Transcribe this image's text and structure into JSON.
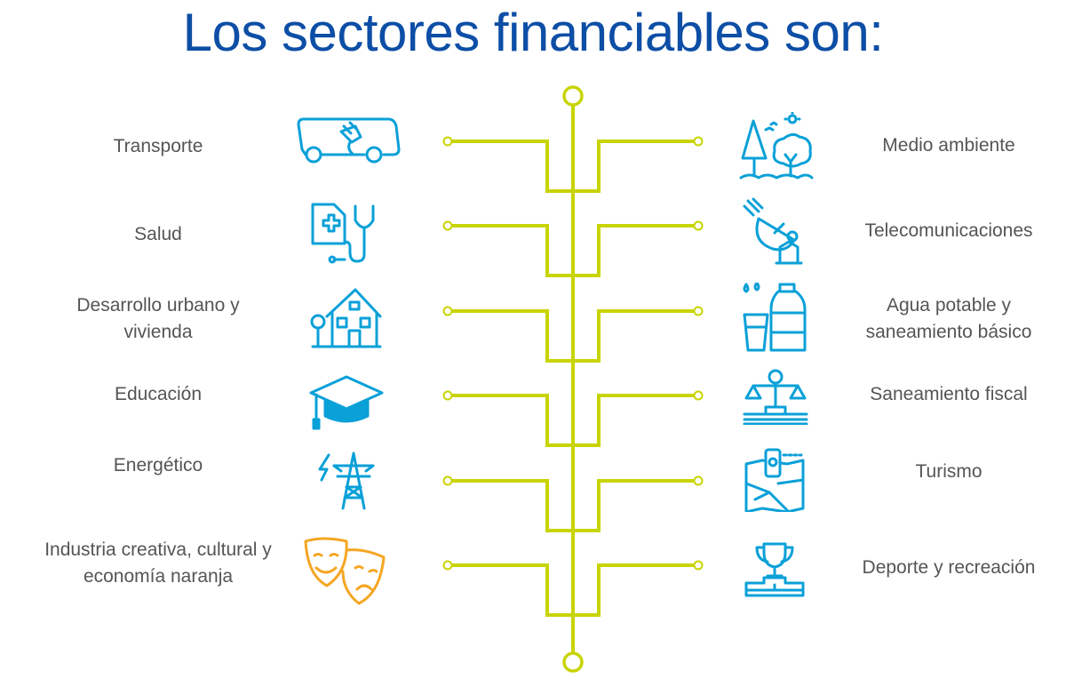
{
  "title": "Los sectores financiables son:",
  "colors": {
    "title": "#0d4ea6",
    "line": "#c8d400",
    "icon": "#0aa0d8",
    "icon_alt": "#f5a623",
    "text": "#555555"
  },
  "left": [
    {
      "label": "Transporte",
      "icon": "electric-bus-icon"
    },
    {
      "label": "Salud",
      "icon": "stethoscope-icon"
    },
    {
      "label": "Desarrollo urbano y vivienda",
      "icon": "house-icon"
    },
    {
      "label": "Educación",
      "icon": "graduation-cap-icon"
    },
    {
      "label": "Energético",
      "icon": "power-tower-icon"
    },
    {
      "label": "Industria creativa, cultural y economía naranja",
      "icon": "theater-masks-icon"
    }
  ],
  "right": [
    {
      "label": "Medio ambiente",
      "icon": "trees-icon"
    },
    {
      "label": "Telecomunicaciones",
      "icon": "satellite-dish-icon"
    },
    {
      "label": "Agua potable y saneamiento básico",
      "icon": "water-bottle-icon"
    },
    {
      "label": "Saneamiento fiscal",
      "icon": "scales-money-icon"
    },
    {
      "label": "Turismo",
      "icon": "map-phone-icon"
    },
    {
      "label": "Deporte y recreación",
      "icon": "trophy-podium-icon"
    }
  ]
}
